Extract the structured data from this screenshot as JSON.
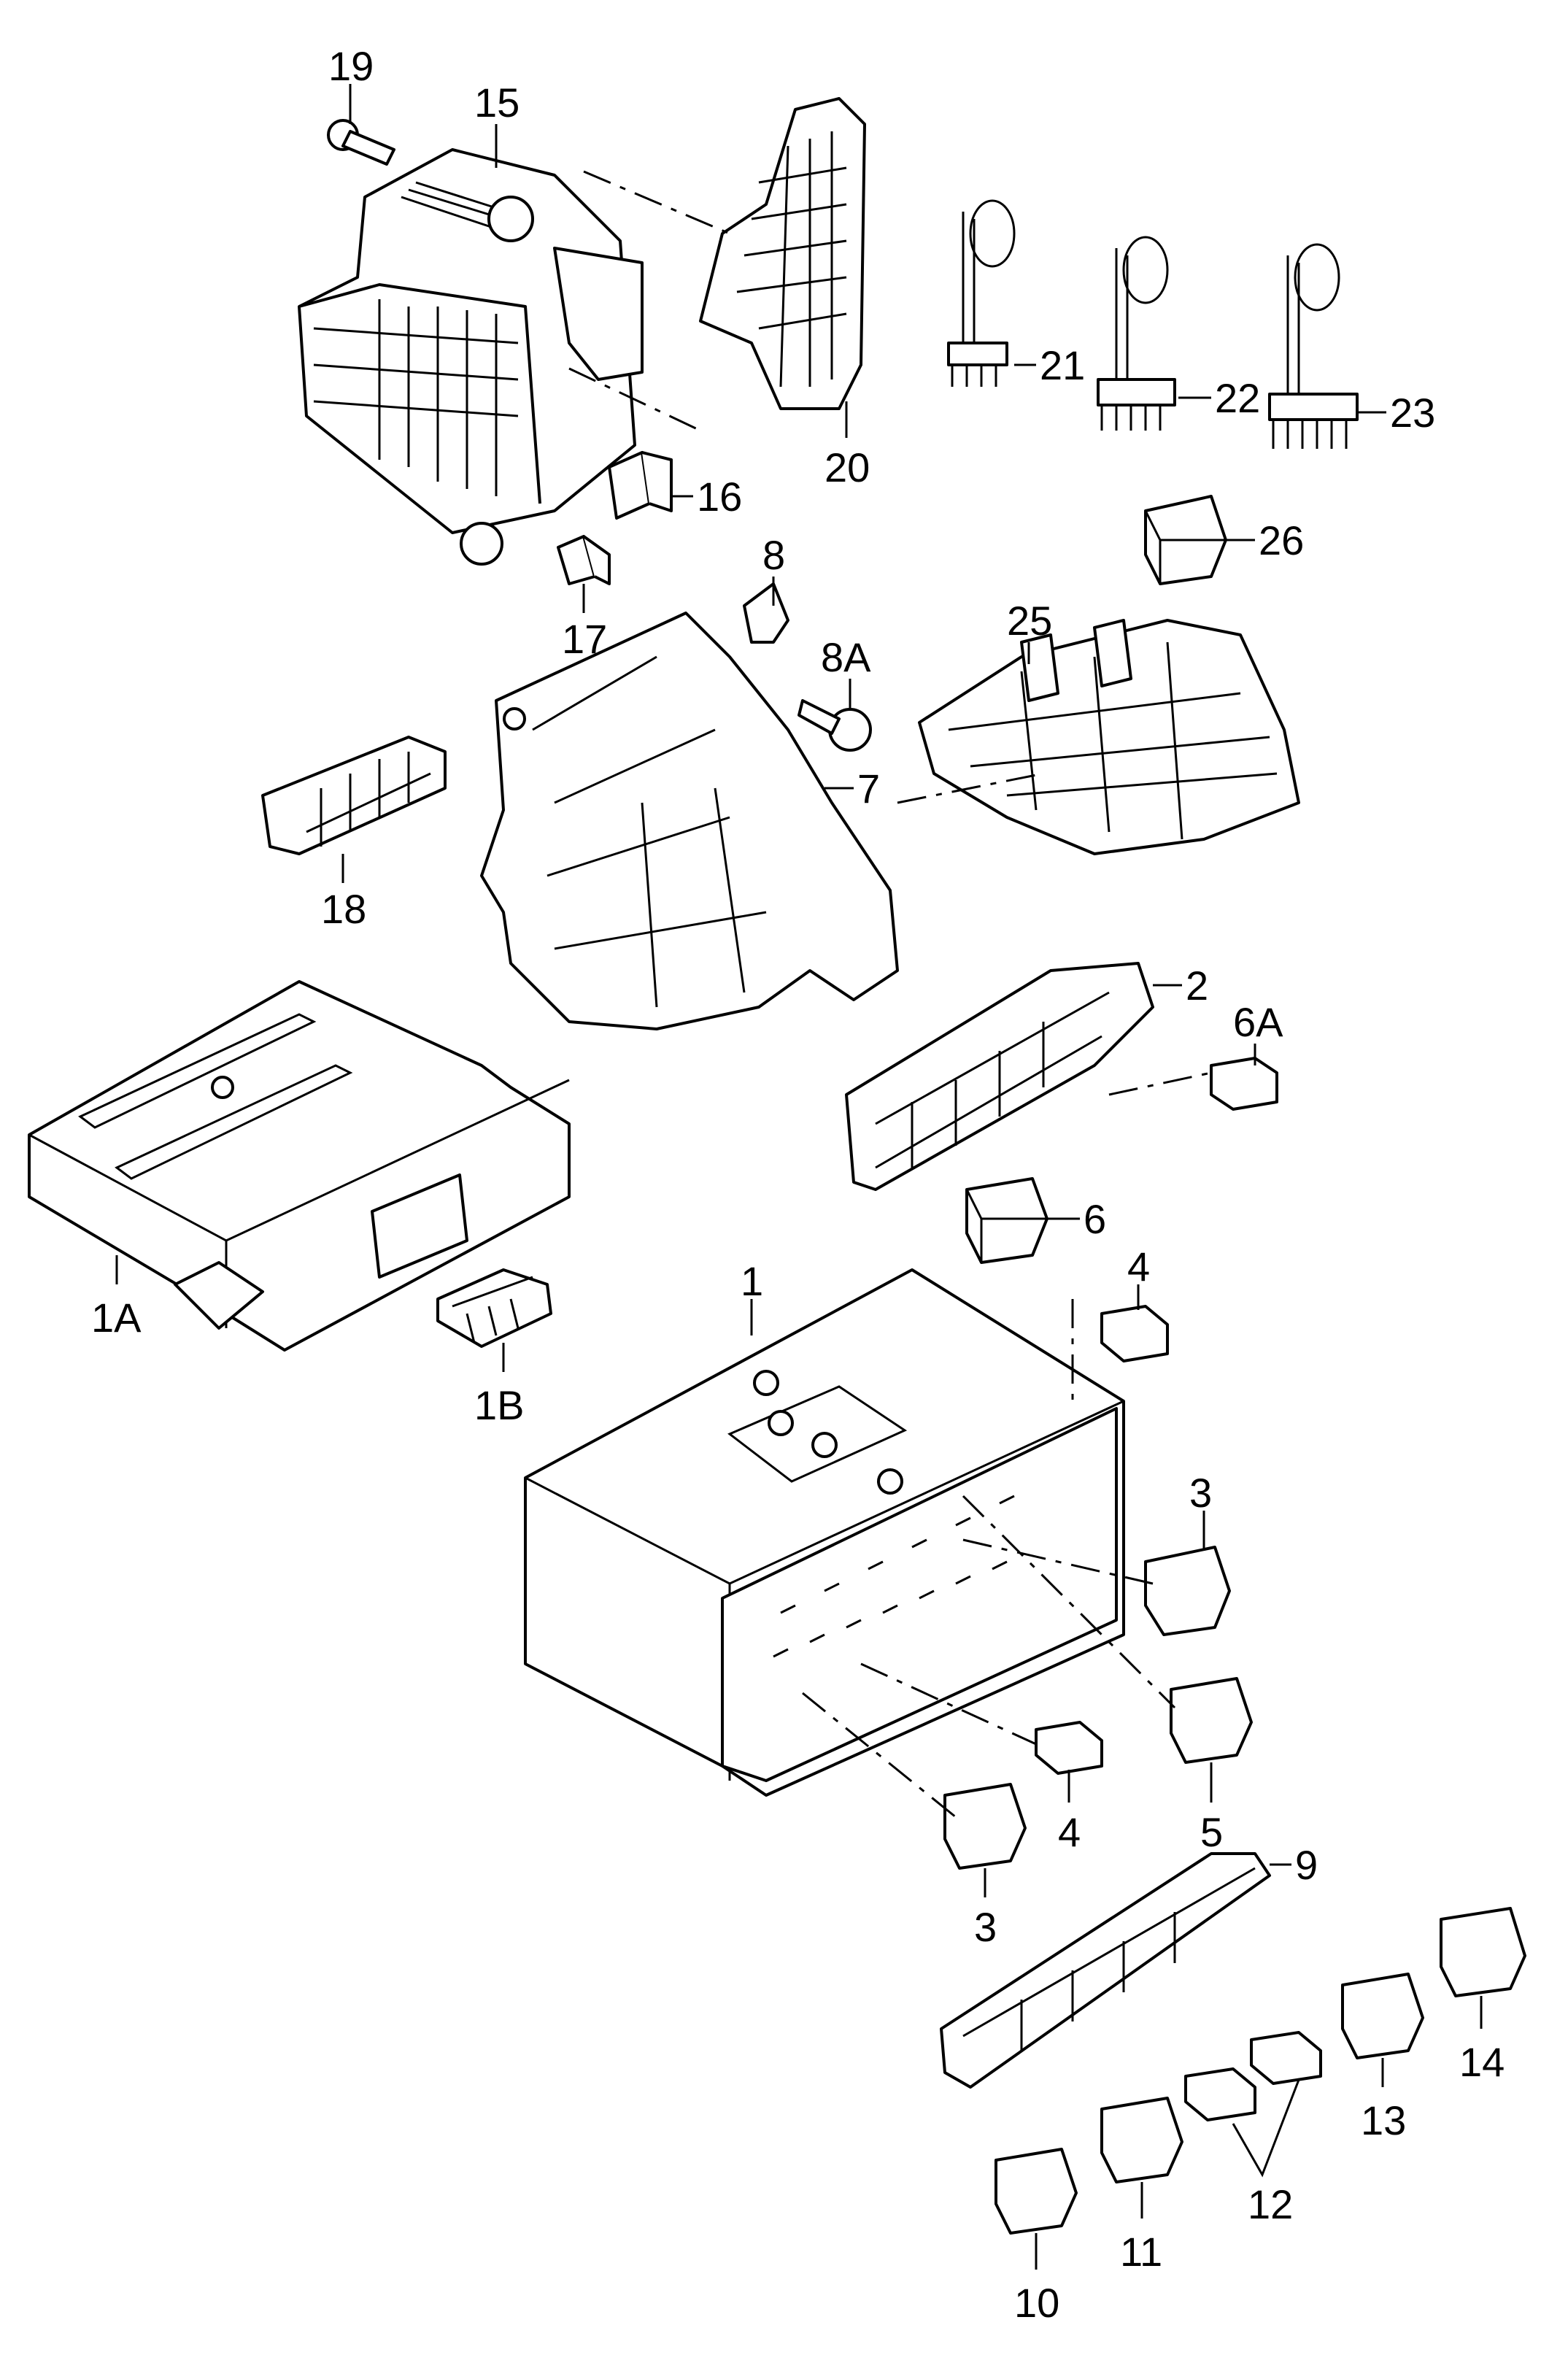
{
  "callouts": {
    "c19": "19",
    "c15": "15",
    "c20": "20",
    "c21": "21",
    "c22": "22",
    "c23": "23",
    "c16": "16",
    "c17": "17",
    "c26": "26",
    "c8": "8",
    "c8A": "8A",
    "c25": "25",
    "c7": "7",
    "c18": "18",
    "c2": "2",
    "c6A": "6A",
    "c6": "6",
    "c1A": "1A",
    "c1B": "1B",
    "c1": "1",
    "c4a": "4",
    "c3a": "3",
    "c4b": "4",
    "c5": "5",
    "c3b": "3",
    "c9": "9",
    "c14": "14",
    "c13": "13",
    "c12": "12",
    "c11": "11",
    "c10": "10"
  }
}
